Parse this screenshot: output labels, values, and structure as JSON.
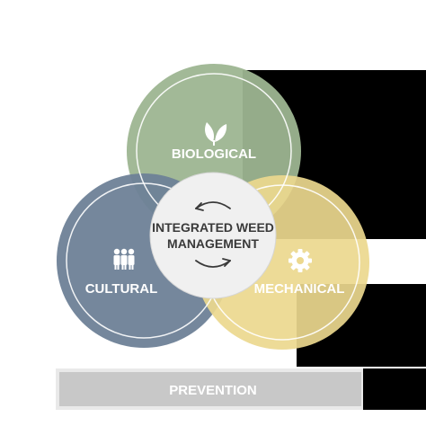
{
  "diagram": {
    "center_label_line1": "INTEGRATED WEED",
    "center_label_line2": "MANAGEMENT",
    "circles": {
      "biological": {
        "label": "BIOLOGICAL",
        "icon": "leaves-icon",
        "color": "#9db591"
      },
      "cultural": {
        "label": "CULTURAL",
        "icon": "people-icon",
        "color": "#6e8197"
      },
      "mechanical": {
        "label": "MECHANICAL",
        "icon": "gear-icon",
        "color": "#ecd88e"
      }
    },
    "center_color": "#f0f0f0",
    "dark_bar_color": "#000000",
    "prevention": {
      "label": "PREVENTION",
      "color": "#c8c8c8"
    }
  }
}
